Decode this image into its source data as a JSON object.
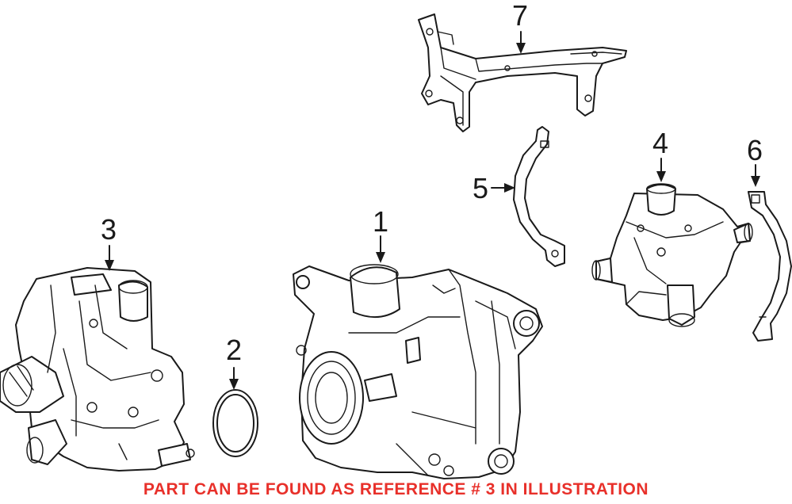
{
  "callouts": {
    "c1": "1",
    "c2": "2",
    "c3": "3",
    "c4": "4",
    "c5": "5",
    "c6": "6",
    "c7": "7"
  },
  "footer": {
    "note": "PART CAN BE FOUND AS REFERENCE # 3 IN ILLUSTRATION",
    "color": "#e8302a"
  },
  "colors": {
    "line": "#1a1a1a",
    "background": "#ffffff"
  }
}
